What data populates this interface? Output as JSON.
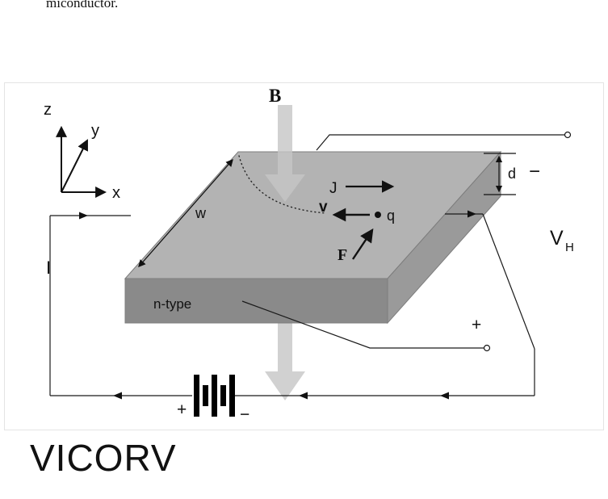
{
  "figure": {
    "top_partial_text": "miconductor.",
    "watermark_text": "VICORV"
  },
  "colors": {
    "watermark_red": "#e60000",
    "slab_top": "#b3b3b3",
    "slab_right": "#9a9a9a",
    "slab_front": "#8a8a8a",
    "field_arrow": "#c6c6c6",
    "wire": "#1a1a1a"
  },
  "axes": {
    "z_label": "z",
    "y_label": "y",
    "x_label": "x"
  },
  "slab": {
    "material_label": "n-type",
    "width_label": "w",
    "thickness_label": "d"
  },
  "vectors": {
    "magnetic_field": "B",
    "current_density": "J",
    "carrier_velocity": "v",
    "charge": "q",
    "lorentz_force": "F"
  },
  "circuit": {
    "current_label": "I",
    "battery_plus": "+",
    "battery_minus": "−",
    "hall_minus": "−",
    "hall_plus": "+",
    "hall_voltage_main": "V",
    "hall_voltage_sub": "H"
  }
}
